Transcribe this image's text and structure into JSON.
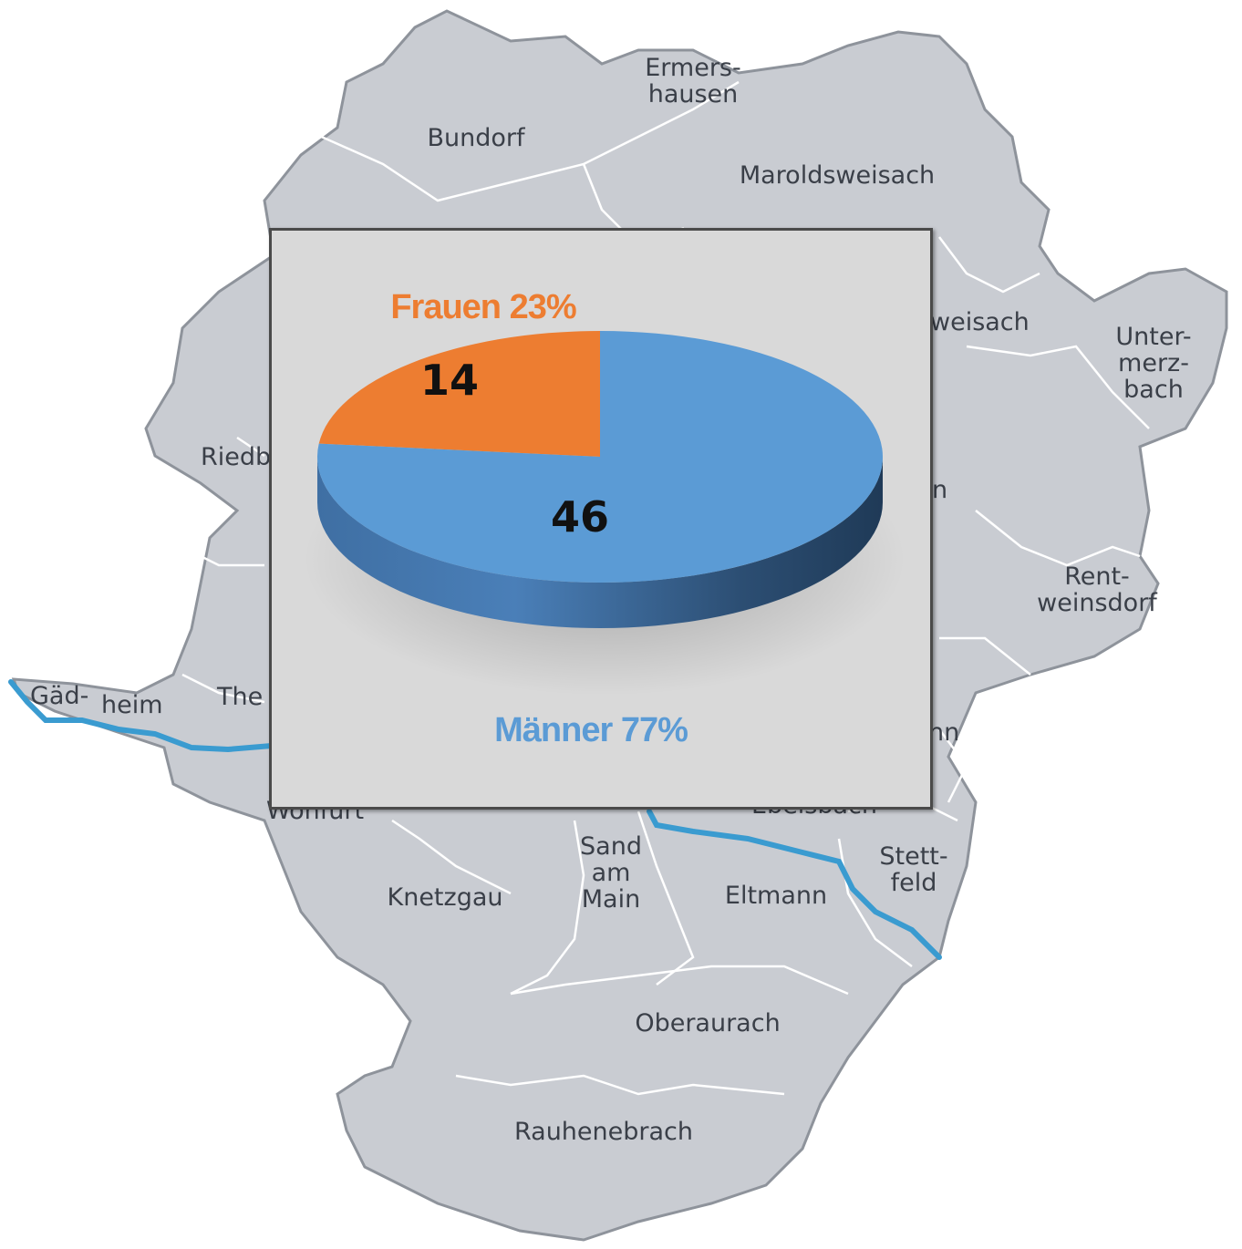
{
  "chart_data": {
    "type": "pie",
    "style": "3d",
    "slices": [
      {
        "category": "Frauen",
        "value": 14,
        "percent": "23%",
        "color": "#ed7d31"
      },
      {
        "category": "Männer",
        "value": 46,
        "percent": "77%",
        "color": "#5b9bd5"
      }
    ],
    "background": "#d9d9d9"
  },
  "map": {
    "fill": "#c9ccd2",
    "border": "#8e939b",
    "river_color": "#3a9bd0",
    "towns": [
      {
        "id": "ermershausen",
        "lines": [
          "Ermers-",
          "hausen"
        ]
      },
      {
        "id": "bundorf",
        "lines": [
          "Bundorf"
        ]
      },
      {
        "id": "maroldsweisach",
        "lines": [
          "Maroldsweisach"
        ]
      },
      {
        "id": "pfarrweisach",
        "lines": [
          "weisach"
        ]
      },
      {
        "id": "untermerzbach",
        "lines": [
          "Unter-",
          "merz-",
          "bach"
        ]
      },
      {
        "id": "riedbach",
        "lines": [
          "Riedb"
        ]
      },
      {
        "id": "ebern",
        "lines": [
          "n"
        ]
      },
      {
        "id": "rentweinsdorf",
        "lines": [
          "Rent-",
          "weinsdorf"
        ]
      },
      {
        "id": "gaedheim",
        "lines": [
          "Gäd-",
          "heim"
        ]
      },
      {
        "id": "theres",
        "lines": [
          "The"
        ]
      },
      {
        "id": "baunach",
        "lines": [
          "nn"
        ]
      },
      {
        "id": "wonfurt",
        "lines": [
          "Wonfurt"
        ]
      },
      {
        "id": "zeil",
        "lines": [
          "Ebelsbach"
        ]
      },
      {
        "id": "stettfeld",
        "lines": [
          "Stett-",
          "feld"
        ]
      },
      {
        "id": "knetzgau",
        "lines": [
          "Knetzgau"
        ]
      },
      {
        "id": "sand",
        "lines": [
          "Sand",
          "am",
          "Main"
        ]
      },
      {
        "id": "eltmann",
        "lines": [
          "Eltmann"
        ]
      },
      {
        "id": "oberaurach",
        "lines": [
          "Oberaurach"
        ]
      },
      {
        "id": "rauhenebrach",
        "lines": [
          "Rauhenebrach"
        ]
      }
    ]
  }
}
